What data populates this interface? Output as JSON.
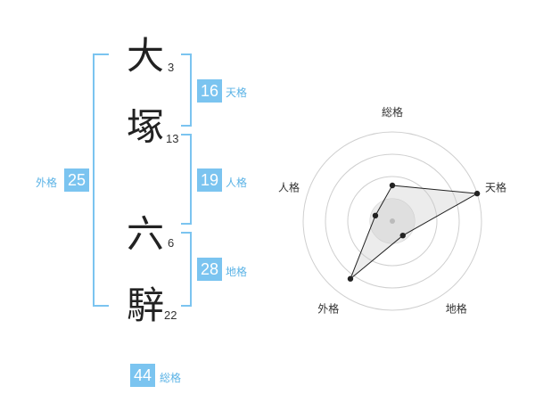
{
  "accent_color": "#7bc4f0",
  "label_color": "#5bb3e6",
  "characters": [
    {
      "char": "大",
      "strokes": "3"
    },
    {
      "char": "塚",
      "strokes": "13"
    },
    {
      "char": "六",
      "strokes": "6"
    },
    {
      "char": "騂",
      "strokes": "22"
    }
  ],
  "kaku": {
    "tenkaku": {
      "value": "16",
      "label": "天格"
    },
    "jinkaku": {
      "value": "19",
      "label": "人格"
    },
    "chikaku": {
      "value": "28",
      "label": "地格"
    },
    "gaikaku": {
      "value": "25",
      "label": "外格"
    },
    "soukaku": {
      "value": "44",
      "label": "総格"
    }
  },
  "radar": {
    "axes": [
      "総格",
      "天格",
      "地格",
      "外格",
      "人格"
    ],
    "values": [
      0.4,
      1.0,
      0.2,
      0.8,
      0.2
    ],
    "rings": 4
  }
}
